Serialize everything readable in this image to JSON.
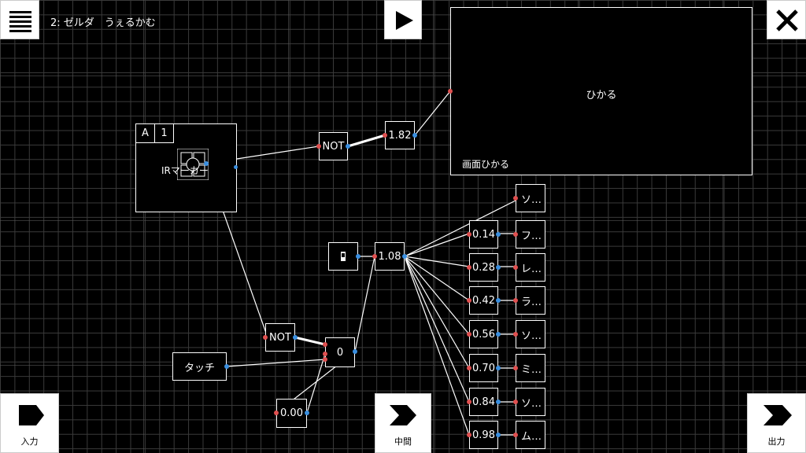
{
  "header": {
    "title": "2: ゼルダ　うぇるかむ"
  },
  "toolbar": {
    "menu_icon": "hamburger-icon",
    "play_icon": "play-icon",
    "close_icon": "close-icon"
  },
  "screen_panel": {
    "center_text": "ひかる",
    "caption": "画面ひかる"
  },
  "ir_block": {
    "tab_a": "A",
    "tab_1": "1",
    "label": "IRマーカー"
  },
  "nodes": {
    "not_top": "NOT",
    "val_182": "1.82",
    "not_bottom": "NOT",
    "zero": "0",
    "touch": "タッチ",
    "val_000": "0.00",
    "val_108": "1.08",
    "phone_icon": "phone-icon"
  },
  "ladder_values": [
    "0.14",
    "0.28",
    "0.42",
    "0.56",
    "0.70",
    "0.84",
    "0.98"
  ],
  "ladder_sounds": [
    "ソ…",
    "フ…",
    "レ…",
    "ラ…",
    "ソ…",
    "ミ…",
    "ソ…",
    "ム…"
  ],
  "bottom_nav": {
    "input_label": "入力",
    "middle_label": "中間",
    "output_label": "出力"
  }
}
